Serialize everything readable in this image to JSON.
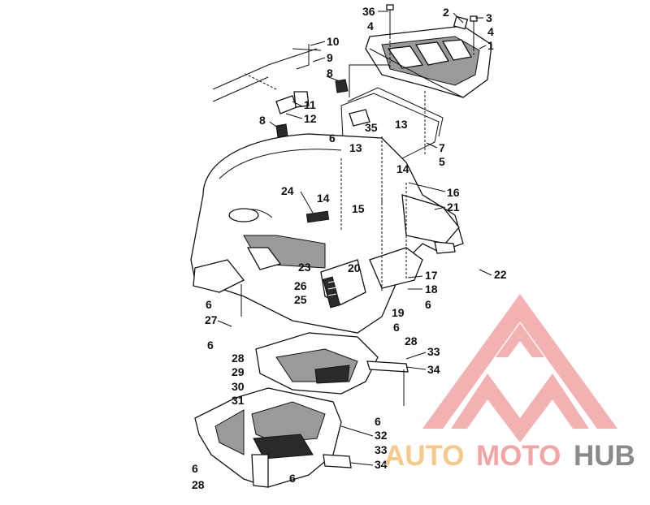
{
  "callouts": {
    "c36": "36",
    "c4a": "4",
    "c2": "2",
    "c3": "3",
    "c4b": "4",
    "c1": "1",
    "c10": "10",
    "c9": "9",
    "c8a": "8",
    "c11": "11",
    "c12": "12",
    "c8b": "8",
    "c35": "35",
    "c13a": "13",
    "c6a": "6",
    "c13b": "13",
    "c7": "7",
    "c5": "5",
    "c14a": "14",
    "c16": "16",
    "c24": "24",
    "c14b": "14",
    "c21": "21",
    "c15": "15",
    "c22": "22",
    "c20": "20",
    "c23": "23",
    "c17": "17",
    "c26": "26",
    "c18": "18",
    "c25": "25",
    "c6b": "6",
    "c19": "19",
    "c6c": "6",
    "c27": "27",
    "c6d": "6",
    "c28a": "28",
    "c33a": "33",
    "c6e": "6",
    "c28b": "28",
    "c34a": "34",
    "c29": "29",
    "c30": "30",
    "c31": "31",
    "c6f": "6",
    "c32": "32",
    "c33b": "33",
    "c6g": "6",
    "c34b": "34",
    "c28c": "28",
    "c6h": "6"
  },
  "watermark": {
    "part1": "AUTO",
    "part2": "MOTO",
    "part3": "HUB",
    "color_primary": "#f2a5a5",
    "color_secondary": "#f6c98a",
    "color_dark": "#8a8a8a"
  }
}
